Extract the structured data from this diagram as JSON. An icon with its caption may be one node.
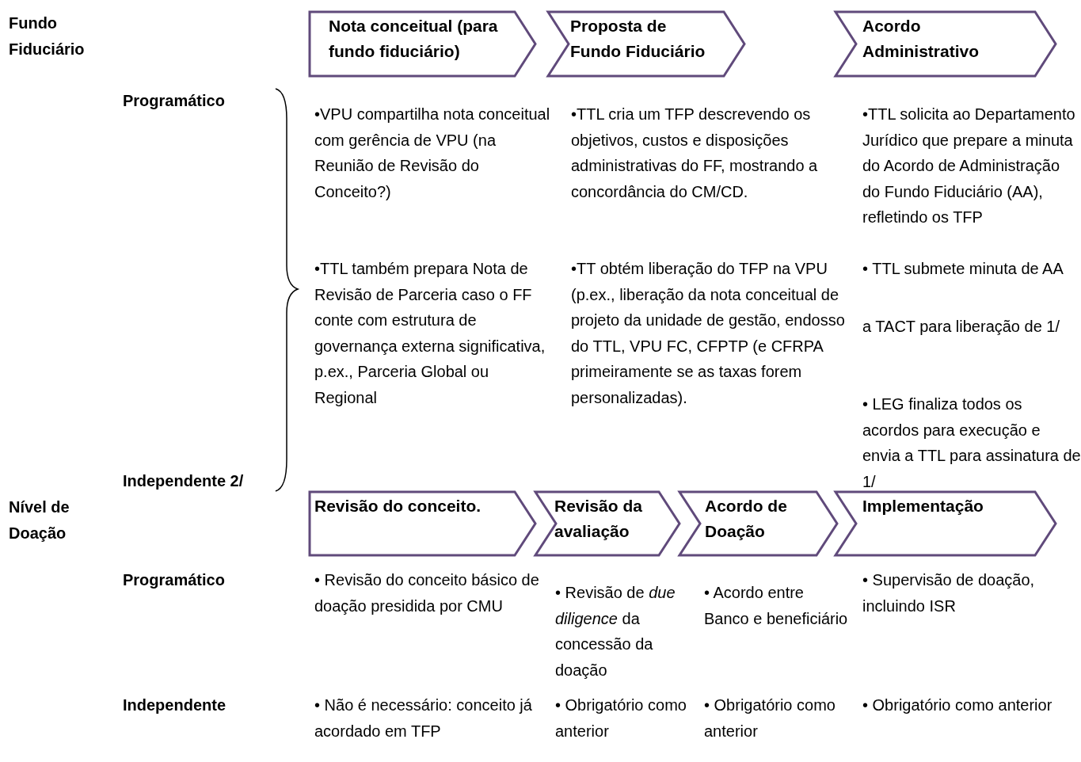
{
  "diagram": {
    "nodes": [
      {
        "text": [
          "Nota conceitual (para fundo fiduciário)"
        ]
      },
      {
        "text": [
          "Proposta de Fundo Fiduciário"
        ]
      },
      {
        "text": [
          "Acordo Administrativo"
        ]
      },
      {
        "text": [
          "Revisão do conceito."
        ]
      },
      {
        "text": [
          "Revisão da avaliação"
        ]
      },
      {
        "text": [
          "Acordo de Doação"
        ]
      },
      {
        "text": [
          "Implementação"
        ]
      }
    ],
    "edges": [],
    "labels": [
      "Fundo Fiduciário",
      "Programático",
      "•VPU compartilha nota conceitual com gerência de VPU (na Reunião de Revisão do Conceito?)",
      "•TTL cria um TFP descrevendo os objetivos, custos e disposições administrativas do FF, mostrando a concordância do CM/CD.",
      "•TTL solicita ao Departamento Jurídico que prepare a minuta do Acordo de Administração do Fundo Fiduciário (AA), refletindo os TFP",
      "•TTL também prepara Nota de Revisão de Parceria caso o FF conte com estrutura de governança externa significativa, p.ex., Parceria Global ou Regional",
      "•TT obtém liberação do TFP na VPU (p.ex., liberação da nota conceitual de projeto da unidade de gestão, endosso do TTL, VPU FC, CFPTP (e CFRPA primeiramente se as taxas forem personalizadas).",
      "• TTL submete minuta de AA",
      "a TACT para liberação de 1/",
      "• LEG finaliza todos os acordos para execução e envia a TTL para assinatura de 1/",
      "Independente 2/",
      "Nível de Doação",
      "Programático",
      "• Revisão do conceito básico de doação presidida por CMU",
      "• Revisão de *due diligence* da concessão da doação",
      "• Acordo entre Banco e beneficiário",
      "• Supervisão de doação, incluindo ISR",
      "Independente",
      "• Não é necessário: conceito já acordado em TFP",
      "• Obrigatório como anterior",
      "• Obrigatório como anterior",
      "• Obrigatório como anterior"
    ]
  }
}
